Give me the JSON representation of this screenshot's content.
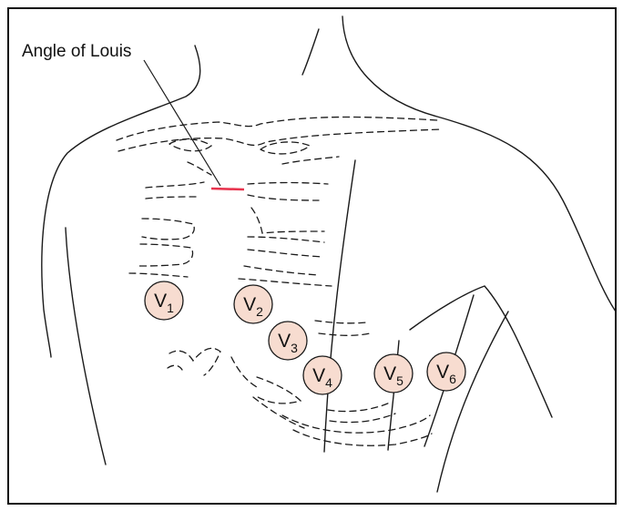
{
  "callout": {
    "label": "Angle of Louis",
    "marker_color": "#e8344e"
  },
  "leads": [
    {
      "letter": "V",
      "sub": "1"
    },
    {
      "letter": "V",
      "sub": "2"
    },
    {
      "letter": "V",
      "sub": "3"
    },
    {
      "letter": "V",
      "sub": "4"
    },
    {
      "letter": "V",
      "sub": "5"
    },
    {
      "letter": "V",
      "sub": "6"
    }
  ],
  "colors": {
    "electrode_fill": "#f7dcd0",
    "line": "#1a1a1a",
    "border": "#111111"
  }
}
